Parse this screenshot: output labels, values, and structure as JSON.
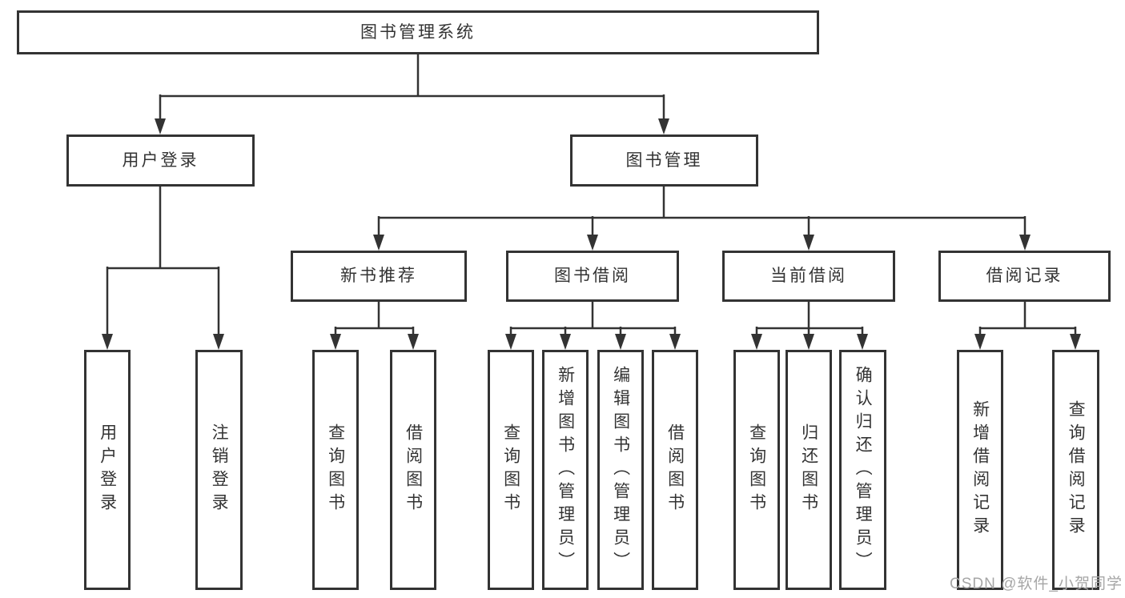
{
  "diagram_type": "hierarchy-tree",
  "nodes": {
    "root": {
      "label": "图书管理系统"
    },
    "user_login": {
      "label": "用户登录"
    },
    "book_mgmt": {
      "label": "图书管理"
    },
    "new_books": {
      "label": "新书推荐"
    },
    "book_borrow": {
      "label": "图书借阅"
    },
    "current_borrow": {
      "label": "当前借阅"
    },
    "borrow_records": {
      "label": "借阅记录"
    },
    "ul_login": {
      "label": "用户登录"
    },
    "ul_logout": {
      "label": "注销登录"
    },
    "nb_query": {
      "label": "查询图书"
    },
    "nb_borrow": {
      "label": "借阅图书"
    },
    "bb_query": {
      "label": "查询图书"
    },
    "bb_add": {
      "label": "新增图书（管理员）"
    },
    "bb_edit": {
      "label": "编辑图书（管理员）"
    },
    "bb_borrow": {
      "label": "借阅图书"
    },
    "cb_query": {
      "label": "查询图书"
    },
    "cb_return": {
      "label": "归还图书"
    },
    "cb_confirm": {
      "label": "确认归还（管理员）"
    },
    "br_add": {
      "label": "新增借阅记录"
    },
    "br_query": {
      "label": "查询借阅记录"
    }
  },
  "edges": [
    [
      "root",
      "user_login"
    ],
    [
      "root",
      "book_mgmt"
    ],
    [
      "user_login",
      "ul_login"
    ],
    [
      "user_login",
      "ul_logout"
    ],
    [
      "book_mgmt",
      "new_books"
    ],
    [
      "book_mgmt",
      "book_borrow"
    ],
    [
      "book_mgmt",
      "current_borrow"
    ],
    [
      "book_mgmt",
      "borrow_records"
    ],
    [
      "new_books",
      "nb_query"
    ],
    [
      "new_books",
      "nb_borrow"
    ],
    [
      "book_borrow",
      "bb_query"
    ],
    [
      "book_borrow",
      "bb_add"
    ],
    [
      "book_borrow",
      "bb_edit"
    ],
    [
      "book_borrow",
      "bb_borrow"
    ],
    [
      "current_borrow",
      "cb_query"
    ],
    [
      "current_borrow",
      "cb_return"
    ],
    [
      "current_borrow",
      "cb_confirm"
    ],
    [
      "borrow_records",
      "br_add"
    ],
    [
      "borrow_records",
      "br_query"
    ]
  ],
  "colors": {
    "line": "#333333",
    "text": "#333333",
    "background": "#ffffff",
    "watermark": "#a6a6a6"
  },
  "watermark": "CSDN @软件_小贺同学"
}
